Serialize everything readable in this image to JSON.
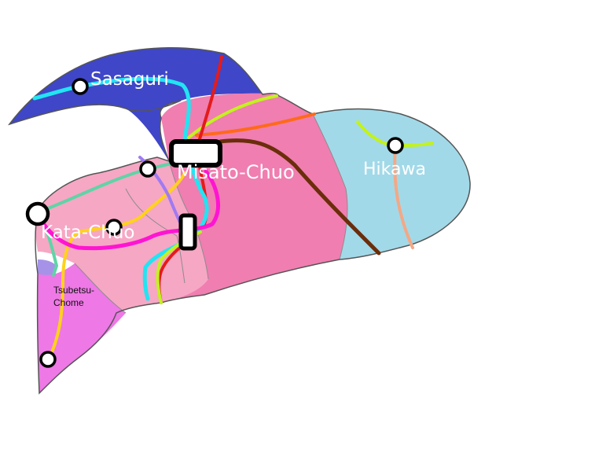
{
  "stations": {
    "sasaguri": "Sasaguri",
    "misato_chuo": "Misato-Chuo",
    "hikawa": "Hikawa",
    "kata_chuo": "Kata-Chuo",
    "tsubetsu_line1": "Tsubetsu-",
    "tsubetsu_line2": "Chome"
  },
  "region_colors": {
    "sasaguri": "#3f46c8",
    "central": "#f07eb0",
    "west": "#f6a7c4",
    "hikawa": "#a2d9e8",
    "tsubetsu": "#ee78e6",
    "lavender": "#a693e8"
  },
  "line_colors": {
    "cyan": "#22e4f2",
    "red": "#e41b1b",
    "lime": "#c3f21d",
    "orange": "#ff6a1a",
    "brown": "#6b2d0b",
    "teal": "#5fd4a6",
    "yellow": "#ffd21a",
    "magenta": "#ff14d2",
    "violet": "#a07af2",
    "salmon": "#f4a886"
  },
  "icons": {
    "station_minor": "station-circle-icon",
    "station_major": "interchange-rectangle-icon"
  }
}
